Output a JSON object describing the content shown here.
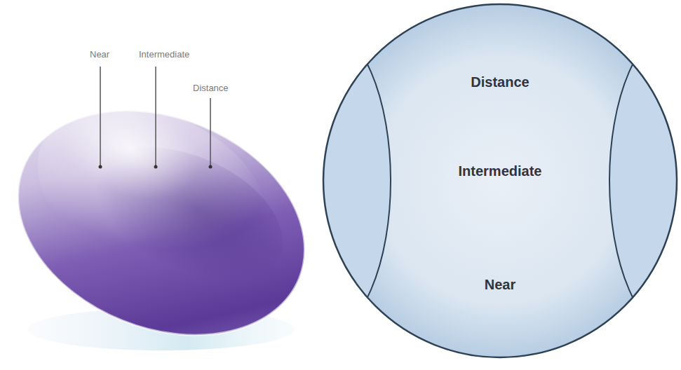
{
  "diagram": {
    "nodes": [
      {
        "text": [
          "Distance",
          "Intermediate",
          "Near"
        ]
      }
    ],
    "labels": [
      "Near",
      "Intermediate",
      "Distance"
    ]
  }
}
